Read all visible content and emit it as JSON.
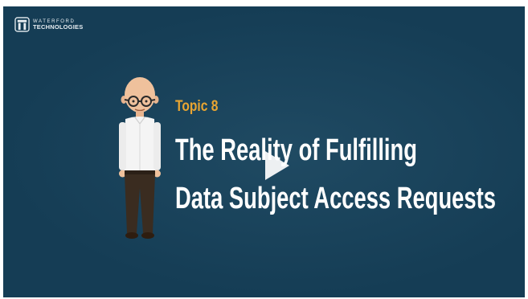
{
  "logo": {
    "line1": "WATERFORD",
    "line2": "TECHNOLOGIES"
  },
  "slide": {
    "topic": "Topic 8",
    "title_line1": "The Reality of Fulfilling",
    "title_line2": "Data Subject Access Requests"
  },
  "colors": {
    "background": "#153d55",
    "topic": "#e9a531",
    "title": "#ffffff"
  },
  "icons": {
    "play": "play-icon",
    "logo": "waterford-logo-icon"
  }
}
